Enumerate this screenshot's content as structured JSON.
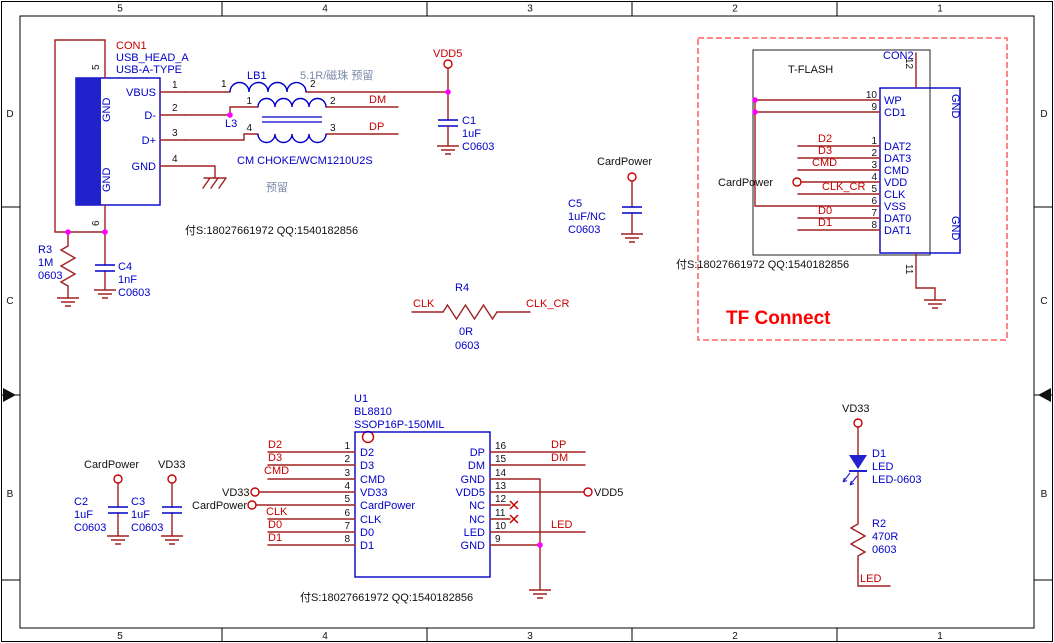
{
  "frame": {
    "columns": [
      "5",
      "4",
      "3",
      "2",
      "1"
    ],
    "rows": [
      "D",
      "C",
      "B"
    ]
  },
  "notes": {
    "contact": "付S:18027661972  QQ:1540182856",
    "reserved": "预留"
  },
  "colors": {
    "wire": "#A02020",
    "component_outline": "#0000C8",
    "net_label": "#C80000",
    "junction_dot": "#FF00FF",
    "usb_shell_fill": "#2222CC",
    "tf_box_dashed": "#FF4444",
    "tf_title": "#FF0000"
  },
  "nets": {
    "dm": "DM",
    "dp": "DP",
    "vdd5": "VDD5",
    "vd33": "VD33",
    "cardpower": "CardPower",
    "clk": "CLK",
    "clk_cr": "CLK_CR",
    "led": "LED",
    "d0": "D0",
    "d1": "D1",
    "d2": "D2",
    "d3": "D3",
    "cmd": "CMD"
  },
  "con1": {
    "ref": "CON1",
    "lib": "USB_HEAD_A",
    "type": "USB-A-TYPE",
    "pin_names": [
      "VBUS",
      "D-",
      "D+",
      "GND"
    ],
    "pin_numbers": [
      "1",
      "2",
      "3",
      "4"
    ],
    "shell_pin_numbers": [
      "5",
      "6"
    ],
    "shell_label": "GND"
  },
  "lb1": {
    "ref": "LB1",
    "note": "5.1R/磁珠 预留",
    "pin_numbers": [
      "1",
      "2"
    ]
  },
  "l3": {
    "ref": "L3",
    "value": "CM CHOKE/WCM1210U2S",
    "pin_numbers": [
      "1",
      "2",
      "4",
      "3"
    ]
  },
  "c1": {
    "ref": "C1",
    "value": "1uF",
    "footprint": "C0603"
  },
  "c2": {
    "ref": "C2",
    "value": "1uF",
    "footprint": "C0603"
  },
  "c3": {
    "ref": "C3",
    "value": "1uF",
    "footprint": "C0603"
  },
  "c4": {
    "ref": "C4",
    "value": "1nF",
    "footprint": "C0603"
  },
  "c5": {
    "ref": "C5",
    "value": "1uF/NC",
    "footprint": "C0603"
  },
  "r2": {
    "ref": "R2",
    "value": "470R",
    "footprint": "0603"
  },
  "r3": {
    "ref": "R3",
    "value": "1M",
    "footprint": "0603"
  },
  "r4": {
    "ref": "R4",
    "value": "0R",
    "footprint": "0603"
  },
  "d1": {
    "ref": "D1",
    "value": "LED",
    "footprint": "LED-0603"
  },
  "u1": {
    "ref": "U1",
    "part": "BL8810",
    "footprint": "SSOP16P-150MIL",
    "left_pin_names": [
      "D2",
      "D3",
      "CMD",
      "VD33",
      "CardPower",
      "CLK",
      "D0",
      "D1"
    ],
    "left_pin_numbers": [
      "1",
      "2",
      "3",
      "4",
      "5",
      "6",
      "7",
      "8"
    ],
    "right_pin_names": [
      "DP",
      "DM",
      "GND",
      "VDD5",
      "NC",
      "NC",
      "LED",
      "GND"
    ],
    "right_pin_numbers": [
      "16",
      "15",
      "14",
      "13",
      "12",
      "11",
      "10",
      "9"
    ]
  },
  "tf": {
    "title": "TF Connect",
    "ref": "CON2",
    "name": "T-FLASH",
    "pin_names": [
      "WP",
      "CD1",
      "DAT2",
      "DAT3",
      "CMD",
      "VDD",
      "CLK",
      "VSS",
      "DAT0",
      "DAT1"
    ],
    "pin_numbers": [
      "10",
      "9",
      "1",
      "2",
      "3",
      "4",
      "5",
      "6",
      "7",
      "8"
    ],
    "shell_pin_numbers": [
      "12",
      "11"
    ],
    "gnd_label": "GND"
  }
}
